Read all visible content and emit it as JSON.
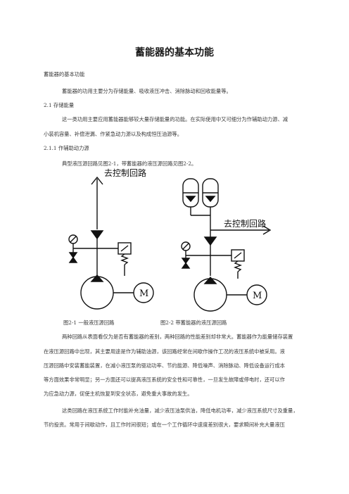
{
  "title": "蓄能器的基本功能",
  "lines": [
    "蓄能器的基本功能",
    "蓄能器的功用主要分为存储能量、吸收液压冲击、消除脉动和回收能量等。",
    "2.1 存储能量",
    "这一类功用主要应用蓄能器能够较大量存储能量的功能。在实际使用中又可细分为作辅助动力源、减",
    "小装机容量、补偿泄漏、作紧急动力源以及构成恒压油源等。",
    "2.1.1 作辅助动力源",
    "典型液压源回路见图2-1，带蓄能器的液压源回路见图2-2。"
  ],
  "figure": {
    "left_label": "去控制回路",
    "right_label": "去控制回路",
    "motor_left": "M",
    "motor_right": "M"
  },
  "captions": {
    "fig1": "图2-1    一般液压源回路",
    "fig2": "图2-2    带蓄能器的液压源回路"
  },
  "paragraphs": [
    "两种回路从表面看仅为是否有蓄能器的差别，两种回路的性能差别却非常大。蓄能器作为能量储存装置",
    "在液压源回路中出现，其主要用途是作为辅助油源，该回路经常在间歇作操作工况的液压系统中被采用。液",
    "压源回路中安装蓄能装置，在减小液压泵的驱动功率、节约能源、降低噪声、消除脉动、降低设备运行成本",
    "等方面效果非常明显；另一方面还可以提高液压系统的安全性和可靠性，一旦发生故障或停电时，还可以作",
    "为应急动力源，促使主机恢复到安全状态，避免重大事故的发生。",
    "这类回路在液压系统工作时能补充油量，减少液压油泵供油，降低电机功率，减少液压系统尺寸及重量，",
    "节约投资。常用于间歇动作，且工作时间很短；或在一个工作循环中速度差别很大，要求瞬间补充大量液压"
  ]
}
